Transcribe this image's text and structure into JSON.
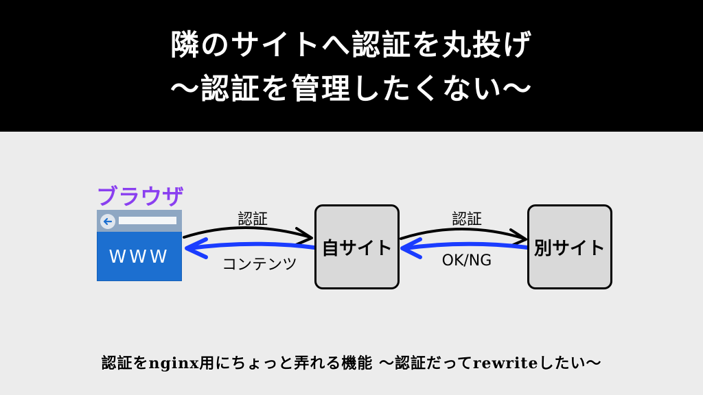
{
  "header": {
    "title_line1": "隣のサイトへ認証を丸投げ",
    "title_line2": "～認証を管理したくない～"
  },
  "diagram": {
    "browser_label": "ブラウザ",
    "browser_text": "WWW",
    "self_site": "自サイト",
    "other_site": "別サイト",
    "auth_label_1": "認証",
    "contents_label": "コンテンツ",
    "auth_label_2": "認証",
    "result_label": "OK/NG"
  },
  "footer": {
    "subtitle": "認証をnginx用にちょっと弄れる機能 ～認証だってrewriteしたい～"
  },
  "colors": {
    "header_bg": "#000000",
    "canvas_bg": "#ececec",
    "browser_label": "#8a3ff0",
    "browser_body": "#1c6fd0",
    "request_arrow": "#000000",
    "response_arrow": "#1a3cff",
    "site_box": "#d9d9d9"
  },
  "icons": [
    "back-arrow-icon"
  ]
}
